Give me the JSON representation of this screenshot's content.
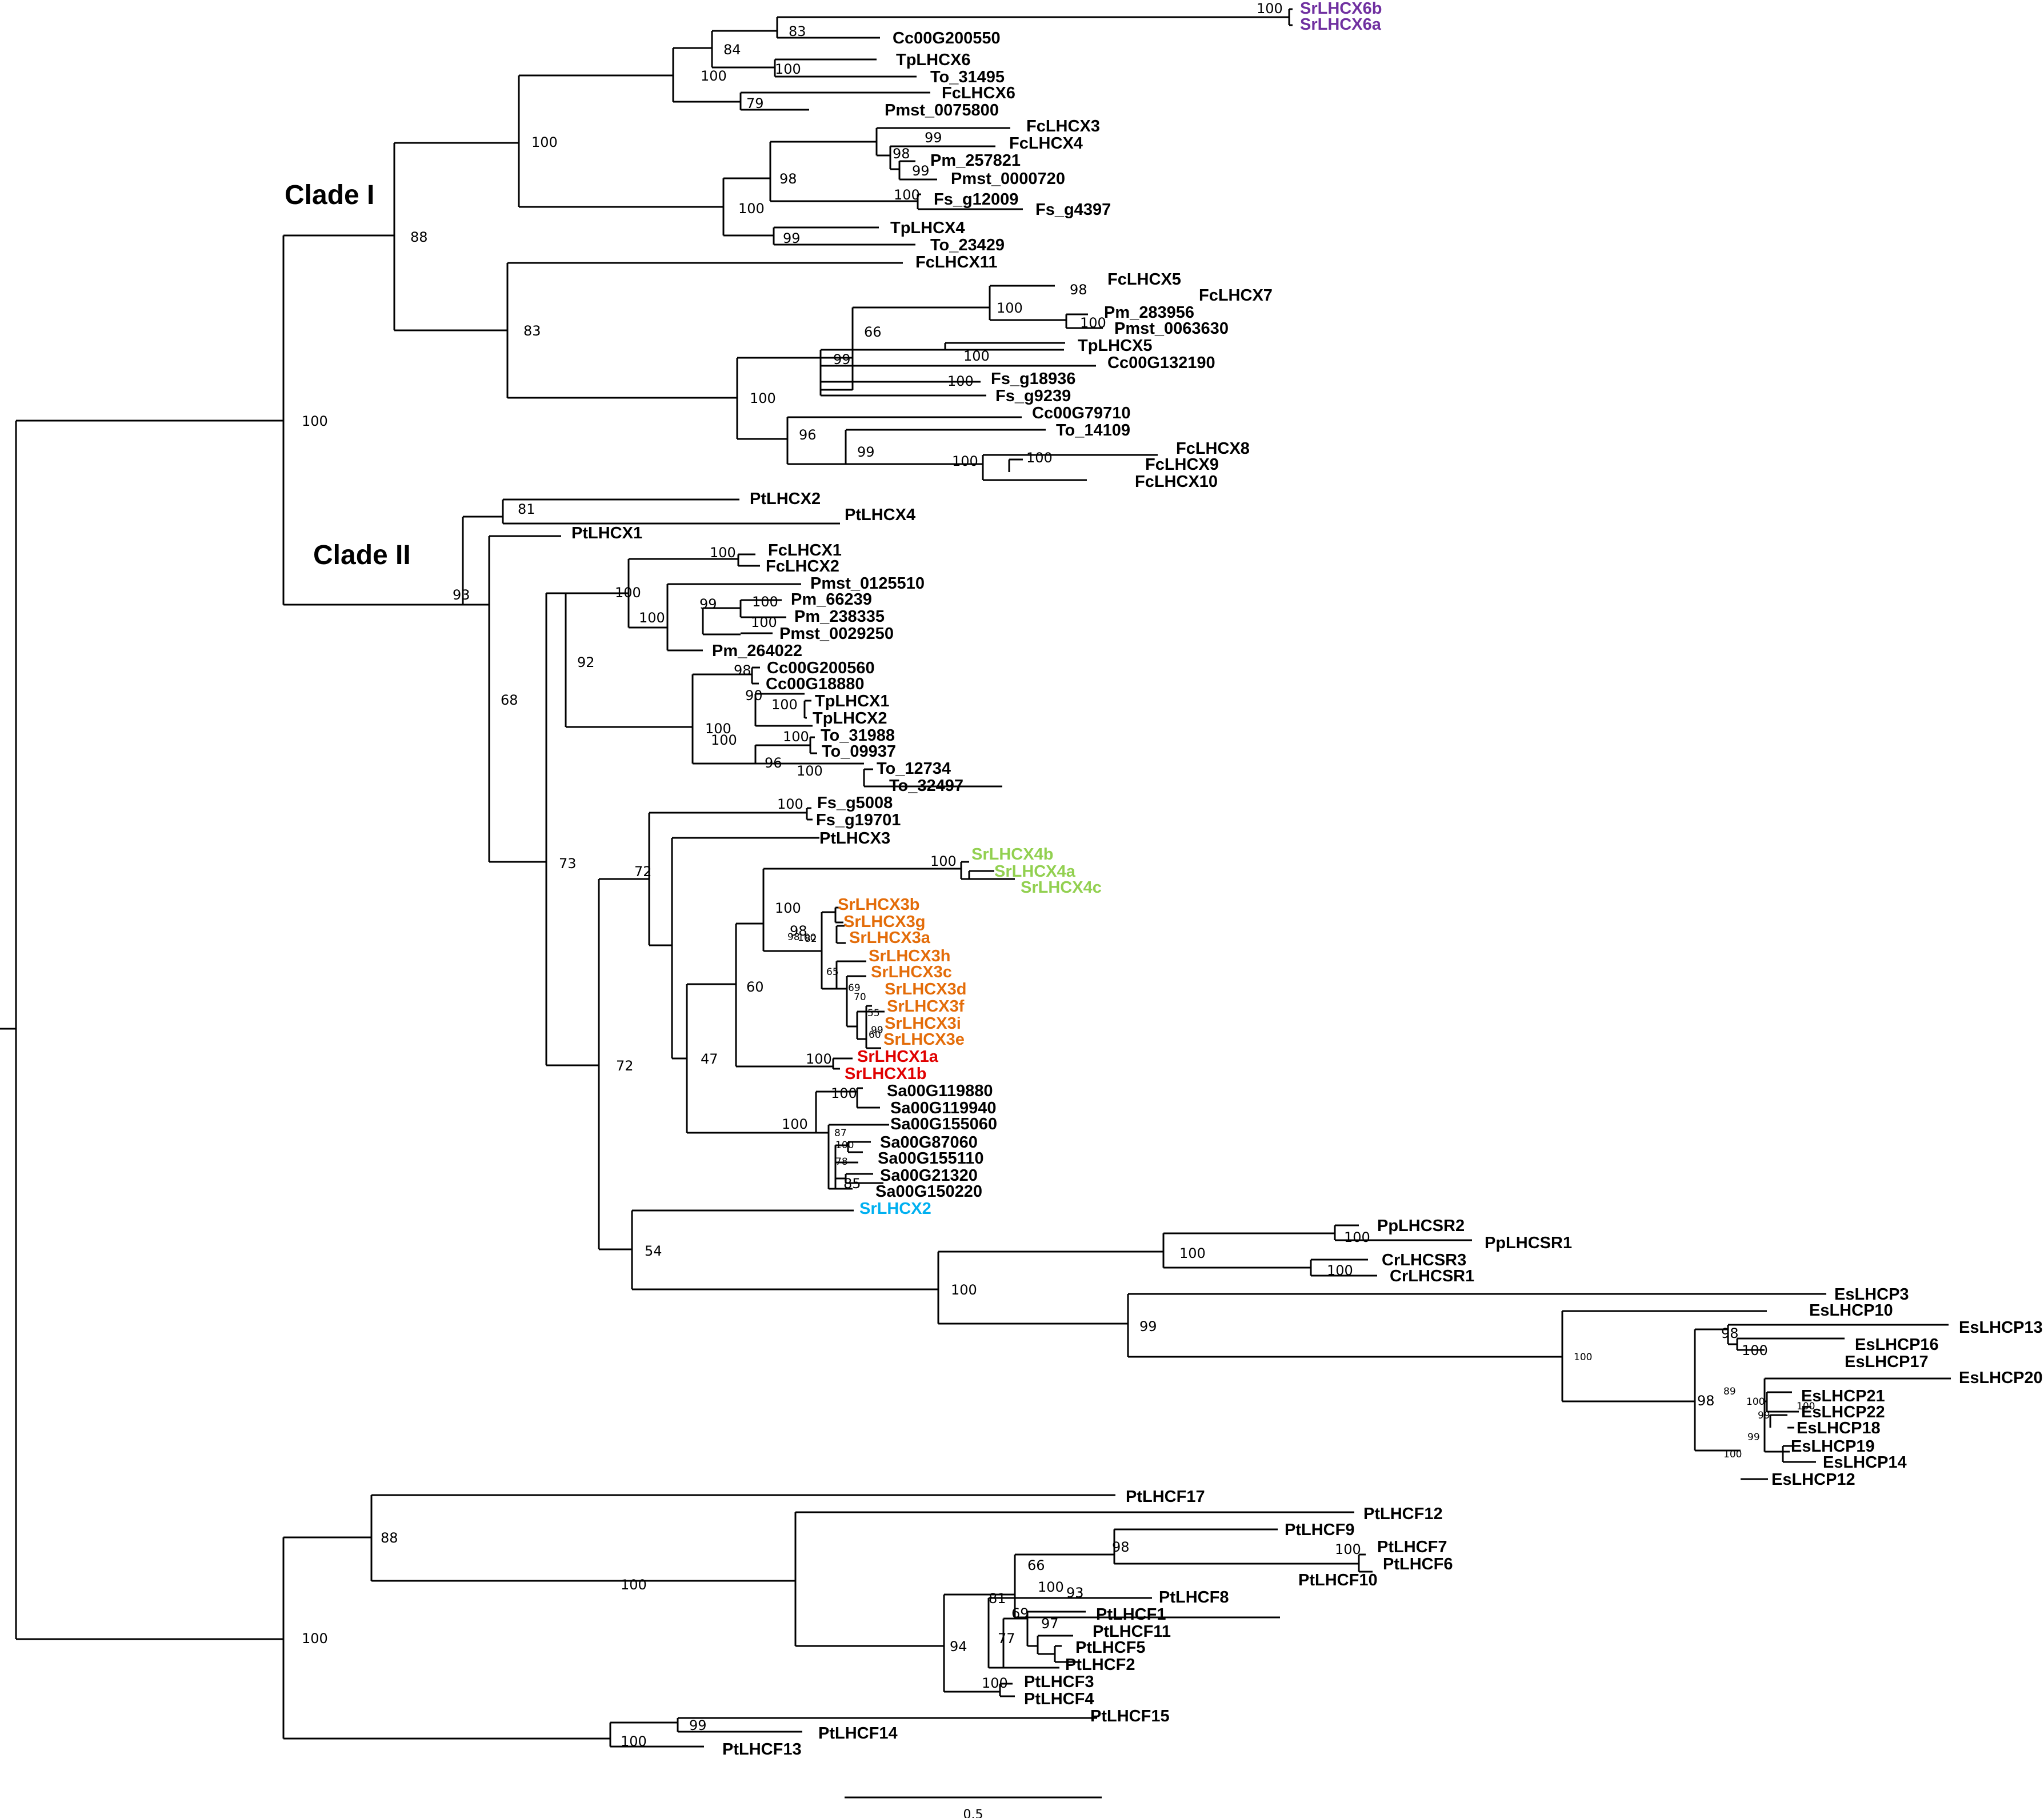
{
  "colors": {
    "default": "#000000",
    "purple": "#7030a0",
    "green": "#92d050",
    "orange": "#e36c09",
    "red": "#e00000",
    "blue": "#00b0f0"
  },
  "clades": {
    "clade1": "Clade I",
    "clade2": "Clade II"
  },
  "scale_bar": {
    "label": "0.5"
  },
  "taxa": [
    {
      "id": "SrLHCX6b",
      "color": "purple"
    },
    {
      "id": "SrLHCX6a",
      "color": "purple"
    },
    {
      "id": "Cc00G200550"
    },
    {
      "id": "TpLHCX6"
    },
    {
      "id": "To_31495"
    },
    {
      "id": "FcLHCX6"
    },
    {
      "id": "Pmst_0075800"
    },
    {
      "id": "FcLHCX3"
    },
    {
      "id": "FcLHCX4"
    },
    {
      "id": "Pm_257821"
    },
    {
      "id": "Pmst_0000720"
    },
    {
      "id": "Fs_g12009"
    },
    {
      "id": "Fs_g4397"
    },
    {
      "id": "TpLHCX4"
    },
    {
      "id": "To_23429"
    },
    {
      "id": "FcLHCX11"
    },
    {
      "id": "FcLHCX5"
    },
    {
      "id": "FcLHCX7"
    },
    {
      "id": "Pm_283956"
    },
    {
      "id": "Pmst_0063630"
    },
    {
      "id": "TpLHCX5"
    },
    {
      "id": "Cc00G132190"
    },
    {
      "id": "Fs_g18936"
    },
    {
      "id": "Fs_g9239"
    },
    {
      "id": "Cc00G79710"
    },
    {
      "id": "To_14109"
    },
    {
      "id": "FcLHCX8"
    },
    {
      "id": "FcLHCX9"
    },
    {
      "id": "FcLHCX10"
    },
    {
      "id": "PtLHCX2"
    },
    {
      "id": "PtLHCX4"
    },
    {
      "id": "PtLHCX1"
    },
    {
      "id": "FcLHCX1"
    },
    {
      "id": "FcLHCX2"
    },
    {
      "id": "Pmst_0125510"
    },
    {
      "id": "Pm_66239"
    },
    {
      "id": "Pm_238335"
    },
    {
      "id": "Pmst_0029250"
    },
    {
      "id": "Pm_264022"
    },
    {
      "id": "Cc00G200560"
    },
    {
      "id": "Cc00G18880"
    },
    {
      "id": "TpLHCX1"
    },
    {
      "id": "TpLHCX2"
    },
    {
      "id": "To_31988"
    },
    {
      "id": "To_09937"
    },
    {
      "id": "To_12734"
    },
    {
      "id": "To_32497"
    },
    {
      "id": "Fs_g5008"
    },
    {
      "id": "Fs_g19701"
    },
    {
      "id": "PtLHCX3"
    },
    {
      "id": "SrLHCX4b",
      "color": "green"
    },
    {
      "id": "SrLHCX4a",
      "color": "green"
    },
    {
      "id": "SrLHCX4c",
      "color": "green"
    },
    {
      "id": "SrLHCX3b",
      "color": "orange"
    },
    {
      "id": "SrLHCX3g",
      "color": "orange"
    },
    {
      "id": "SrLHCX3a",
      "color": "orange"
    },
    {
      "id": "SrLHCX3h",
      "color": "orange"
    },
    {
      "id": "SrLHCX3c",
      "color": "orange"
    },
    {
      "id": "SrLHCX3d",
      "color": "orange"
    },
    {
      "id": "SrLHCX3f",
      "color": "orange"
    },
    {
      "id": "SrLHCX3i",
      "color": "orange"
    },
    {
      "id": "SrLHCX3e",
      "color": "orange"
    },
    {
      "id": "SrLHCX1a",
      "color": "red"
    },
    {
      "id": "SrLHCX1b",
      "color": "red"
    },
    {
      "id": "Sa00G119880"
    },
    {
      "id": "Sa00G119940"
    },
    {
      "id": "Sa00G155060"
    },
    {
      "id": "Sa00G87060"
    },
    {
      "id": "Sa00G155110"
    },
    {
      "id": "Sa00G21320"
    },
    {
      "id": "Sa00G150220"
    },
    {
      "id": "SrLHCX2",
      "color": "blue"
    },
    {
      "id": "PpLHCSR2"
    },
    {
      "id": "PpLHCSR1"
    },
    {
      "id": "CrLHCSR3"
    },
    {
      "id": "CrLHCSR1"
    },
    {
      "id": "EsLHCP3"
    },
    {
      "id": "EsLHCP10"
    },
    {
      "id": "EsLHCP13"
    },
    {
      "id": "EsLHCP16"
    },
    {
      "id": "EsLHCP17"
    },
    {
      "id": "EsLHCP20"
    },
    {
      "id": "EsLHCP21"
    },
    {
      "id": "EsLHCP22"
    },
    {
      "id": "EsLHCP18"
    },
    {
      "id": "EsLHCP19"
    },
    {
      "id": "EsLHCP14"
    },
    {
      "id": "EsLHCP12"
    },
    {
      "id": "PtLHCF17"
    },
    {
      "id": "PtLHCF12"
    },
    {
      "id": "PtLHCF9"
    },
    {
      "id": "PtLHCF7"
    },
    {
      "id": "PtLHCF6"
    },
    {
      "id": "PtLHCF10"
    },
    {
      "id": "PtLHCF8"
    },
    {
      "id": "PtLHCF1"
    },
    {
      "id": "PtLHCF11"
    },
    {
      "id": "PtLHCF5"
    },
    {
      "id": "PtLHCF2"
    },
    {
      "id": "PtLHCF3"
    },
    {
      "id": "PtLHCF4"
    },
    {
      "id": "PtLHCF15"
    },
    {
      "id": "PtLHCF14"
    },
    {
      "id": "PtLHCF13"
    }
  ],
  "bootstrap_values": [
    "100",
    "83",
    "84",
    "100",
    "100",
    "79",
    "100",
    "99",
    "98",
    "99",
    "98",
    "100",
    "100",
    "99",
    "88",
    "98",
    "100",
    "100",
    "66",
    "100",
    "99",
    "100",
    "100",
    "96",
    "100",
    "99",
    "100",
    "83",
    "100",
    "81",
    "100",
    "100",
    "99",
    "100",
    "100",
    "100",
    "98",
    "90",
    "100",
    "100",
    "100",
    "96",
    "100",
    "92",
    "100",
    "100",
    "100",
    "98",
    "82",
    "100",
    "98",
    "65",
    "69",
    "70",
    "55",
    "99",
    "60",
    "100",
    "60",
    "100",
    "87",
    "100",
    "78",
    "85",
    "100",
    "47",
    "72",
    "72",
    "68",
    "73",
    "100",
    "100",
    "100",
    "100",
    "99",
    "98",
    "100",
    "100",
    "89",
    "100",
    "100",
    "99",
    "99",
    "100",
    "98",
    "54",
    "93",
    "100",
    "98",
    "100",
    "66",
    "100",
    "93",
    "97",
    "69",
    "77",
    "81",
    "94",
    "100",
    "100",
    "88",
    "99",
    "100",
    "100"
  ]
}
